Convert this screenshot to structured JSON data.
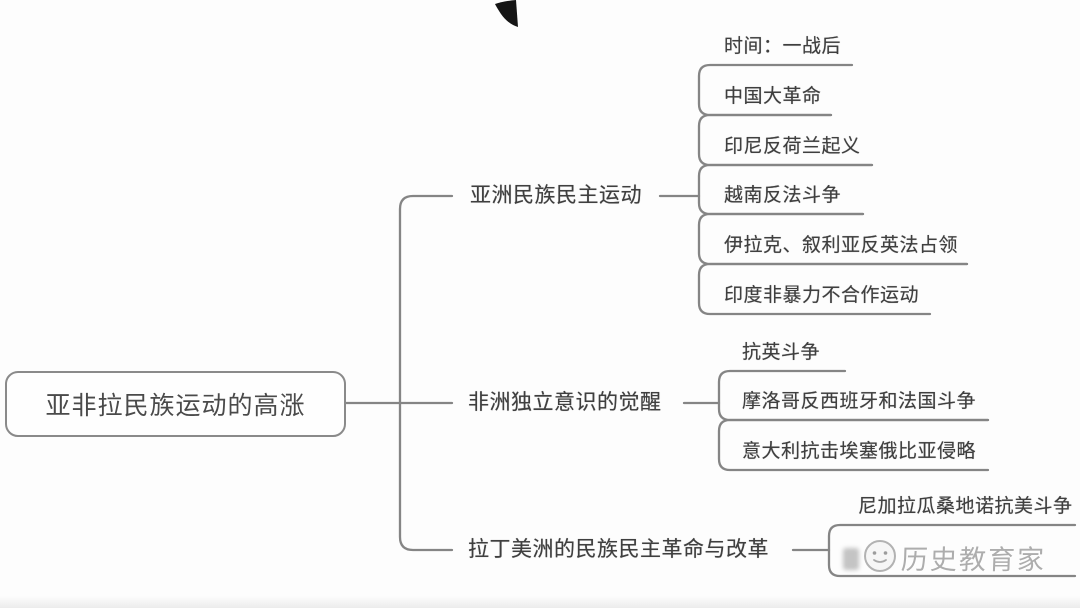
{
  "diagram": {
    "title_node": "亚非拉民族运动的高涨",
    "branches": [
      {
        "label": "亚洲民族民主运动",
        "children": [
          "时间：一战后",
          "中国大革命",
          "印尼反荷兰起义",
          "越南反法斗争",
          "伊拉克、叙利亚反英法占领",
          "印度非暴力不合作运动"
        ]
      },
      {
        "label": "非洲独立意识的觉醒",
        "children": [
          "抗英斗争",
          "摩洛哥反西班牙和法国斗争",
          "意大利抗击埃塞俄比亚侵略"
        ]
      },
      {
        "label": "拉丁美洲的民族民主革命与改革",
        "children": [
          "尼加拉瓜桑地诺抗美斗争"
        ]
      }
    ],
    "watermark": {
      "text": "历史教育家",
      "logo": "smiley-face-logo"
    },
    "colors": {
      "line": "#858585",
      "text": "#3f3f3f",
      "watermark": "#a6a6a6",
      "ink_mark": "#151515"
    }
  }
}
